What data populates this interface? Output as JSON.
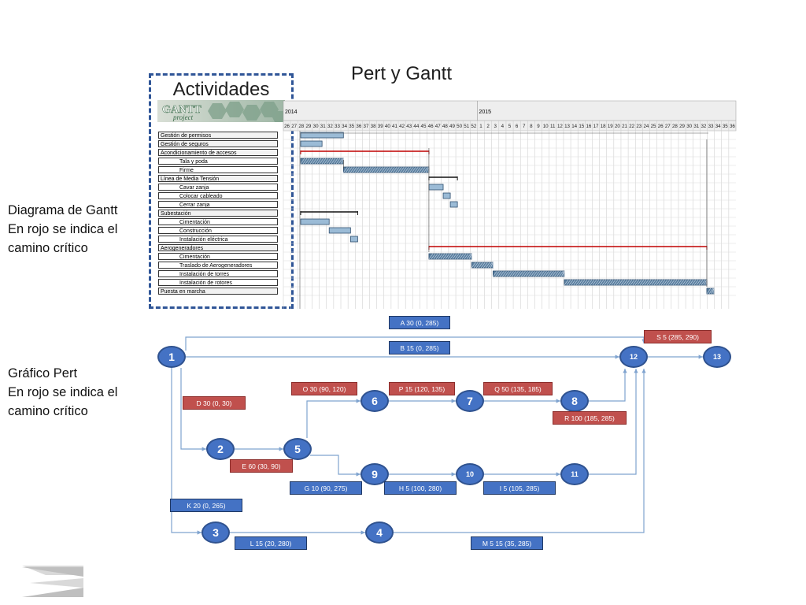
{
  "title": "Pert y Gantt",
  "activities_title": "Actividades",
  "logo_text": "GANTT project",
  "gantt_caption": [
    "Diagrama de Gantt",
    "En rojo se indica el",
    "camino crítico"
  ],
  "pert_caption": [
    "Gráfico Pert",
    "En rojo se indica el",
    "camino crítico"
  ],
  "gantt": {
    "year_labels": [
      "2014",
      "2015"
    ],
    "week_labels": [
      "26",
      "27",
      "28",
      "29",
      "30",
      "31",
      "32",
      "33",
      "34",
      "35",
      "36",
      "37",
      "38",
      "39",
      "40",
      "41",
      "42",
      "43",
      "44",
      "45",
      "46",
      "47",
      "48",
      "49",
      "50",
      "51",
      "52",
      "1",
      "2",
      "3",
      "4",
      "5",
      "6",
      "7",
      "8",
      "9",
      "10",
      "11",
      "12",
      "13",
      "14",
      "15",
      "16",
      "17",
      "18",
      "19",
      "20",
      "21",
      "22",
      "23",
      "24",
      "25",
      "26",
      "27",
      "28",
      "29",
      "30",
      "31",
      "32",
      "33",
      "34",
      "35",
      "36"
    ],
    "tasks": [
      {
        "name": "Gestión de permisos",
        "sub": false,
        "start": 0,
        "dur": 30,
        "kind": "normal"
      },
      {
        "name": "Gestión de  seguros",
        "sub": false,
        "start": 0,
        "dur": 15,
        "kind": "normal"
      },
      {
        "name": "Acondicionamiento de accesos",
        "sub": false,
        "start": 0,
        "dur": 90,
        "kind": "critical-summary"
      },
      {
        "name": "Tala y poda",
        "sub": true,
        "start": 0,
        "dur": 30,
        "kind": "critical"
      },
      {
        "name": "Firme",
        "sub": true,
        "start": 30,
        "dur": 60,
        "kind": "critical"
      },
      {
        "name": "Línea de Media Tensión",
        "sub": false,
        "start": 90,
        "dur": 20,
        "kind": "summary"
      },
      {
        "name": "Cavar zanja",
        "sub": true,
        "start": 90,
        "dur": 10,
        "kind": "normal"
      },
      {
        "name": "Colocar cableado",
        "sub": true,
        "start": 100,
        "dur": 5,
        "kind": "normal"
      },
      {
        "name": "Cerrar zanja",
        "sub": true,
        "start": 105,
        "dur": 5,
        "kind": "normal"
      },
      {
        "name": "Subestación",
        "sub": false,
        "start": 0,
        "dur": 40,
        "kind": "summary"
      },
      {
        "name": "Cimentación",
        "sub": true,
        "start": 0,
        "dur": 20,
        "kind": "normal"
      },
      {
        "name": "Construcción",
        "sub": true,
        "start": 20,
        "dur": 15,
        "kind": "normal"
      },
      {
        "name": "Instalación eléctrica",
        "sub": true,
        "start": 35,
        "dur": 5,
        "kind": "normal"
      },
      {
        "name": "Aerogeneradores",
        "sub": false,
        "start": 90,
        "dur": 195,
        "kind": "critical-summary"
      },
      {
        "name": "Cimentación",
        "sub": true,
        "start": 90,
        "dur": 30,
        "kind": "critical"
      },
      {
        "name": "Traslado de Aerogeneradores",
        "sub": true,
        "start": 120,
        "dur": 15,
        "kind": "critical"
      },
      {
        "name": "Instalación de torres",
        "sub": true,
        "start": 135,
        "dur": 50,
        "kind": "critical"
      },
      {
        "name": "Instalación de rotores",
        "sub": true,
        "start": 185,
        "dur": 100,
        "kind": "critical"
      },
      {
        "name": "Puesta en marcha",
        "sub": false,
        "start": 285,
        "dur": 5,
        "kind": "critical"
      }
    ]
  },
  "pert": {
    "nodes": [
      {
        "id": "1"
      },
      {
        "id": "2"
      },
      {
        "id": "3"
      },
      {
        "id": "4"
      },
      {
        "id": "5"
      },
      {
        "id": "6"
      },
      {
        "id": "7"
      },
      {
        "id": "8"
      },
      {
        "id": "9"
      },
      {
        "id": "10"
      },
      {
        "id": "11"
      },
      {
        "id": "12"
      },
      {
        "id": "13"
      }
    ],
    "labels": [
      {
        "text": "A 30 (0, 285)",
        "critical": false
      },
      {
        "text": "B 15 (0, 285)",
        "critical": false
      },
      {
        "text": "S 5 (285, 290)",
        "critical": true
      },
      {
        "text": "O 30 (90, 120)",
        "critical": true
      },
      {
        "text": "P 15 (120, 135)",
        "critical": true
      },
      {
        "text": "Q 50 (135, 185)",
        "critical": true
      },
      {
        "text": "D 30 (0, 30)",
        "critical": true
      },
      {
        "text": "R 100 (185, 285)",
        "critical": true
      },
      {
        "text": "E 60 (30, 90)",
        "critical": true
      },
      {
        "text": "G 10 (90, 275)",
        "critical": false
      },
      {
        "text": "H 5 (100, 280)",
        "critical": false
      },
      {
        "text": "I 5 (105, 285)",
        "critical": false
      },
      {
        "text": "K 20 (0, 265)",
        "critical": false
      },
      {
        "text": "L 15 (20, 280)",
        "critical": false
      },
      {
        "text": "M 5 15 (35, 285)",
        "critical": false
      }
    ]
  }
}
